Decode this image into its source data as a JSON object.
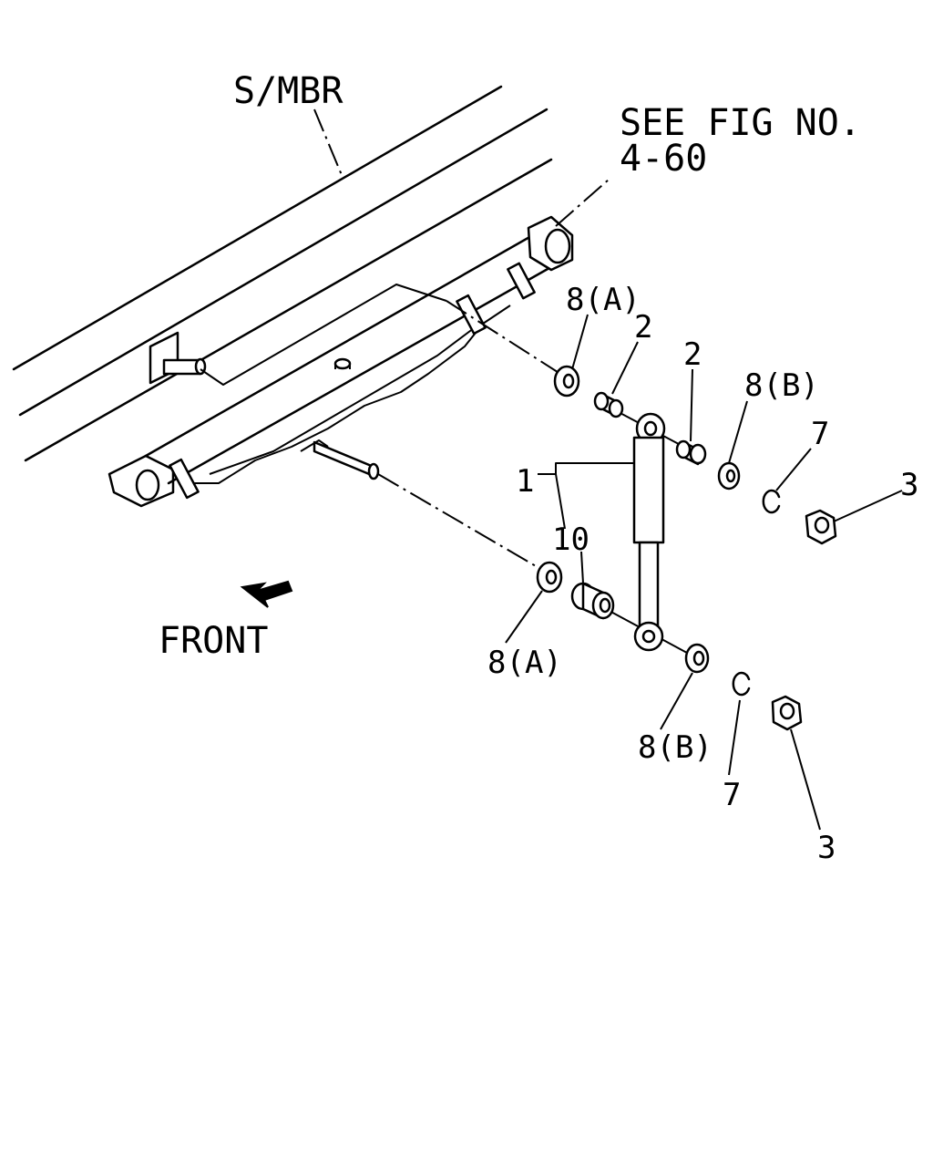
{
  "labels": {
    "frame_member": "S/MBR",
    "see_fig_line1": "SEE FIG NO.",
    "see_fig_line2": "4-60",
    "front": "FRONT",
    "part_1": "1",
    "part_10": "10",
    "part_2_left": "2",
    "part_2_right": "2",
    "part_8a_upper": "8(A)",
    "part_8a_lower": "8(A)",
    "part_8b_upper": "8(B)",
    "part_8b_lower": "8(B)",
    "part_7_upper": "7",
    "part_7_lower": "7",
    "part_3_upper": "3",
    "part_3_lower": "3"
  },
  "icons": {
    "front_arrow": "front-direction-arrow-icon"
  }
}
